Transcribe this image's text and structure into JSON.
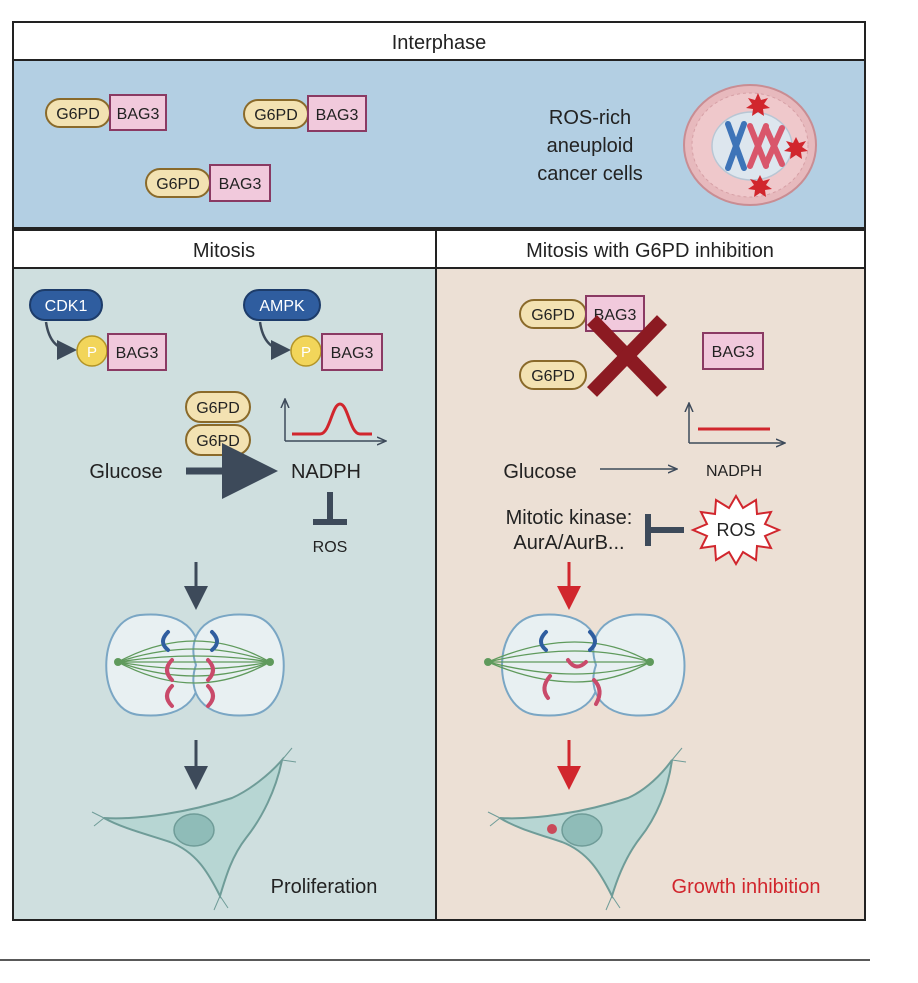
{
  "interphase": {
    "title": "Interphase",
    "protein_g6pd": "G6PD",
    "protein_bag3": "BAG3",
    "cells_label_1": "ROS-rich",
    "cells_label_2": "aneuploid",
    "cells_label_3": "cancer cells"
  },
  "mitosis": {
    "title": "Mitosis",
    "kinase_1": "CDK1",
    "kinase_2": "AMPK",
    "phospho": "P",
    "bag3": "BAG3",
    "g6pd": "G6PD",
    "glucose": "Glucose",
    "nadph": "NADPH",
    "ros": "ROS",
    "outcome": "Proliferation"
  },
  "inhibition": {
    "title": "Mitosis with G6PD inhibition",
    "g6pd": "G6PD",
    "bag3": "BAG3",
    "glucose": "Glucose",
    "nadph": "NADPH",
    "kinase_line_1": "Mitotic kinase:",
    "kinase_line_2": "AurA/AurB...",
    "ros": "ROS",
    "outcome": "Growth inhibition"
  },
  "colors": {
    "interphase_bg": "#b3cfe3",
    "mitosis_bg": "#cfdfdf",
    "inhibition_bg": "#ece0d5",
    "g6pd_fill": "#f3e2b2",
    "bag3_fill": "#f1c9dc",
    "kinase_blue": "#2f5d9f",
    "phospho_yellow": "#f2d55a",
    "inhibit_red": "#d1262d",
    "x_mark": "#8c1a22",
    "arrow_dark": "#3d4a5a"
  }
}
